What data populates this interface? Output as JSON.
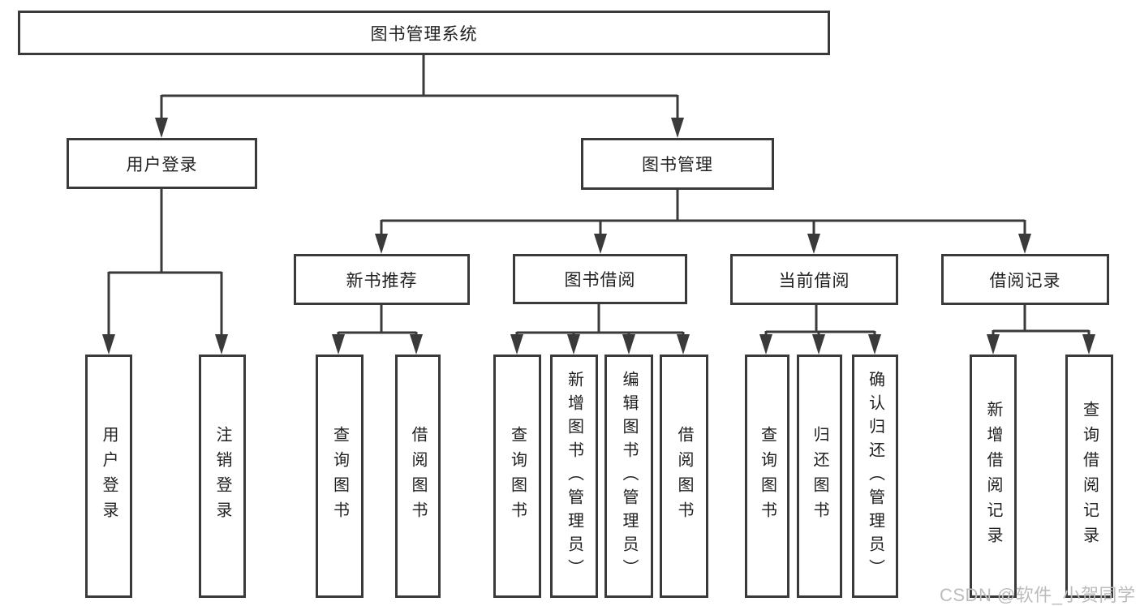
{
  "diagram": {
    "title": "图书管理系统",
    "root": {
      "label": "图书管理系统"
    },
    "level2": [
      {
        "label": "用户登录"
      },
      {
        "label": "图书管理"
      }
    ],
    "level3": [
      {
        "label": "新书推荐",
        "parent": "图书管理"
      },
      {
        "label": "图书借阅",
        "parent": "图书管理"
      },
      {
        "label": "当前借阅",
        "parent": "图书管理"
      },
      {
        "label": "借阅记录",
        "parent": "图书管理"
      }
    ],
    "leaves": [
      {
        "label": "用户登录",
        "parent": "用户登录"
      },
      {
        "label": "注销登录",
        "parent": "用户登录"
      },
      {
        "label": "查询图书",
        "parent": "新书推荐"
      },
      {
        "label": "借阅图书",
        "parent": "新书推荐"
      },
      {
        "label": "查询图书",
        "parent": "图书借阅"
      },
      {
        "label": "新增图书（管理员）",
        "parent": "图书借阅"
      },
      {
        "label": "编辑图书（管理员）",
        "parent": "图书借阅"
      },
      {
        "label": "借阅图书",
        "parent": "图书借阅"
      },
      {
        "label": "查询图书",
        "parent": "当前借阅"
      },
      {
        "label": "归还图书",
        "parent": "当前借阅"
      },
      {
        "label": "确认归还（管理员）",
        "parent": "当前借阅"
      },
      {
        "label": "新增借阅记录",
        "parent": "借阅记录"
      },
      {
        "label": "查询借阅记录",
        "parent": "借阅记录"
      }
    ]
  },
  "watermark": "CSDN @软件_小贺同学",
  "colors": {
    "line": "#3a3a3a",
    "text": "#1f1f1f",
    "background": "#ffffff",
    "watermark": "#bcbcbc"
  }
}
